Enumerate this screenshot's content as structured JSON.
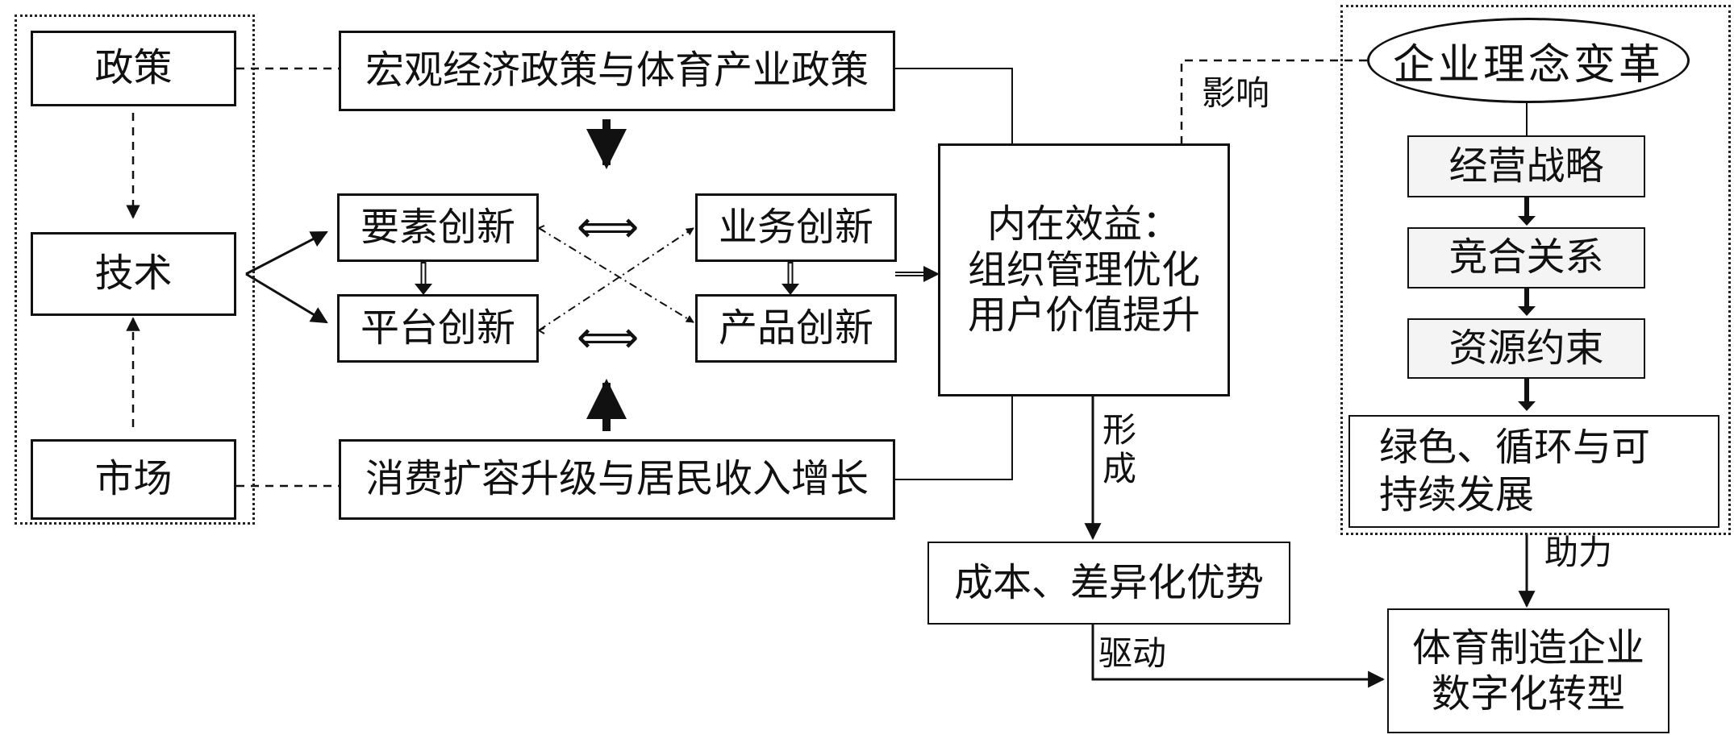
{
  "left_group": {
    "policy": "政策",
    "technology": "技术",
    "market": "市场"
  },
  "macro_policy": "宏观经济政策与体育产业政策",
  "consumption": "消费扩容升级与居民收入增长",
  "innovation": {
    "element": "要素创新",
    "business": "业务创新",
    "platform": "平台创新",
    "product": "产品创新"
  },
  "internal_benefit": {
    "line1": "内在效益：",
    "line2": "组织管理优化",
    "line3": "用户价值提升"
  },
  "advantage": "成本、差异化优势",
  "target": {
    "line1": "体育制造企业",
    "line2": "数字化转型"
  },
  "right_group": {
    "reform": "企业理念变革",
    "strategy": "经营战略",
    "relation": "竞合关系",
    "resource": "资源约束",
    "green_line1": "绿色、循环与可",
    "green_line2": "持续发展"
  },
  "edge_labels": {
    "influence": "影响",
    "form_1": "形",
    "form_2": "成",
    "drive": "驱动",
    "assist": "助力"
  },
  "icons": {
    "double_arrow": "⟺"
  }
}
